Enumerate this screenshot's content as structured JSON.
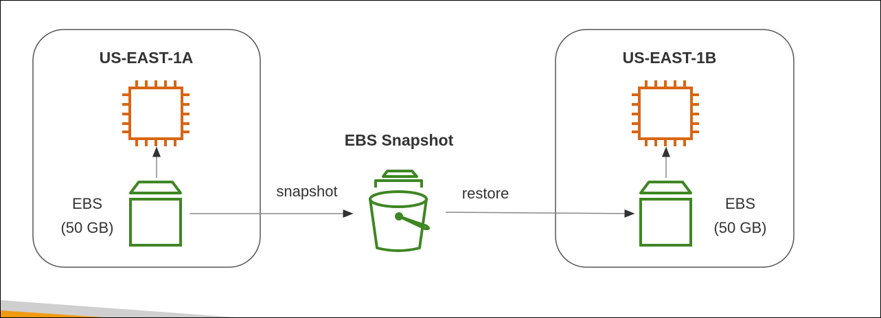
{
  "zones": [
    {
      "title": "US-EAST-1A",
      "volume_label": "EBS",
      "volume_size": "(50 GB)"
    },
    {
      "title": "US-EAST-1B",
      "volume_label": "EBS",
      "volume_size": "(50 GB)"
    }
  ],
  "snapshot": {
    "title": "EBS Snapshot"
  },
  "arrows": {
    "snapshot_label": "snapshot",
    "restore_label": "restore"
  },
  "colors": {
    "ec2": "#d86613",
    "ebs": "#3f8624",
    "accent": "#f29a11",
    "band": "#cfcfcf"
  }
}
